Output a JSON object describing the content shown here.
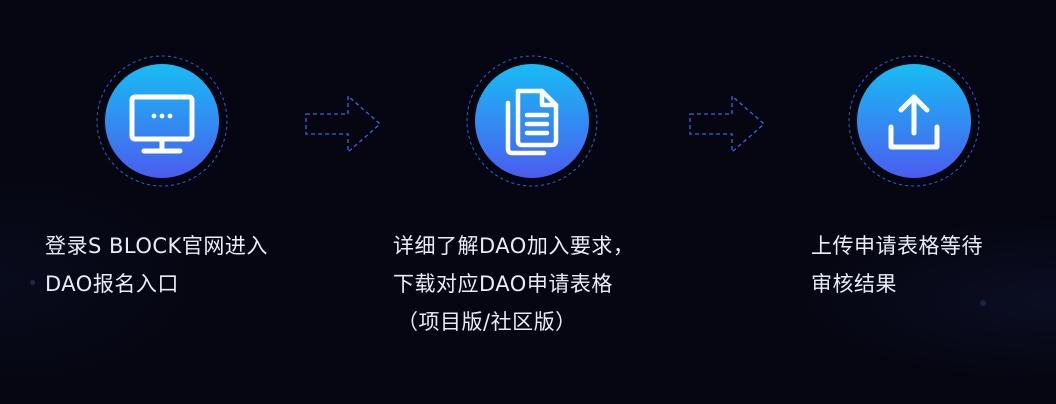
{
  "steps": [
    {
      "icon": "monitor-icon",
      "lines": [
        "登录S BLOCK官网进入",
        "DAO报名入口"
      ]
    },
    {
      "icon": "document-icon",
      "lines": [
        "详细了解DAO加入要求，",
        "下载对应DAO申请表格",
        "（项目版/社区版）"
      ]
    },
    {
      "icon": "upload-icon",
      "lines": [
        "上传申请表格等待",
        "审核结果"
      ]
    }
  ],
  "colors": {
    "background": "#050611",
    "gradient_top": "#18b8f2",
    "gradient_bottom": "#4a5ff0",
    "dashed_ring": "#3b6cf0",
    "arrow": "#3b66d8",
    "text": "#e9ecf5"
  }
}
